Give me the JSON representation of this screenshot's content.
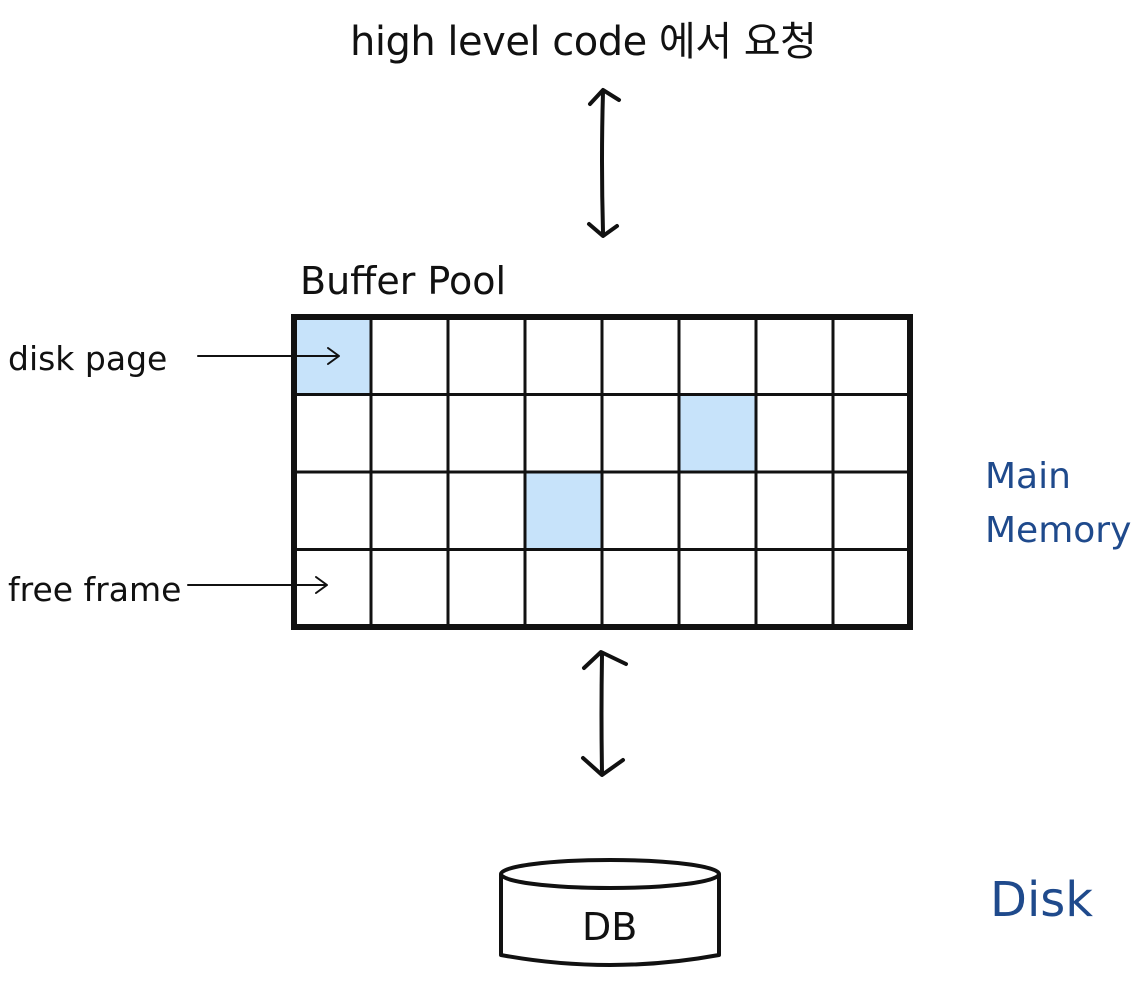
{
  "labels": {
    "top_request": "high level code 에서 요청",
    "buffer_pool_title": "Buffer Pool",
    "disk_page": "disk page",
    "free_frame": "free frame",
    "main_memory": "Main Memory",
    "disk": "Disk",
    "db": "DB"
  },
  "buffer_pool": {
    "rows": 4,
    "cols": 8,
    "filled_cells": [
      {
        "row": 0,
        "col": 0
      },
      {
        "row": 1,
        "col": 5
      },
      {
        "row": 2,
        "col": 3
      }
    ]
  },
  "colors": {
    "ink": "#111111",
    "cell_fill": "#c7e3fa",
    "memory_label": "#1f4a8c"
  }
}
